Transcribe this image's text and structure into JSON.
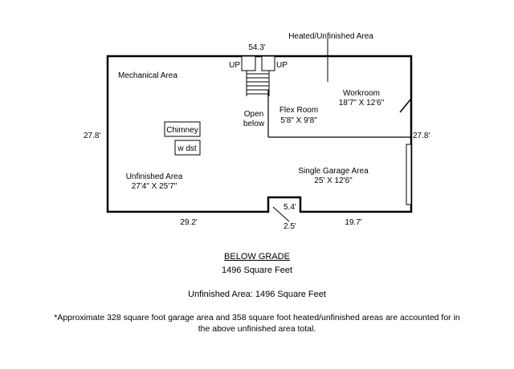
{
  "plan": {
    "dimensions": {
      "top": "54.3'",
      "left": "27.8'",
      "right": "27.8'",
      "bottom_left": "29.2'",
      "bottom_right": "19.7'",
      "notch_width": "2.5'",
      "notch_depth": "5.4'"
    },
    "labels": {
      "heated_unfinished": "Heated/Unfinished Area",
      "mechanical": "Mechanical Area",
      "up_left": "UP",
      "up_right": "UP",
      "open_below_line1": "Open",
      "open_below_line2": "below",
      "workroom_name": "Workroom",
      "workroom_size": "18'7\" X 12'6\"",
      "flex_name": "Flex Room",
      "flex_size": "5'8\" X 9'8\"",
      "chimney": "Chimney",
      "wdst": "w dst",
      "unfinished_name": "Unfinished Area",
      "unfinished_size": "27'4\" X 25'7\"",
      "garage_name": "Single Garage Area",
      "garage_size": "25' X 12'6\""
    }
  },
  "captions": {
    "title": "BELOW GRADE",
    "square_feet": "1496 Square Feet",
    "unfinished": "Unfinished Area: 1496 Square Feet",
    "note": "*Approximate 328 square foot garage area and 358 square foot heated/unfinished areas are accounted for in the above unfinished area total."
  }
}
